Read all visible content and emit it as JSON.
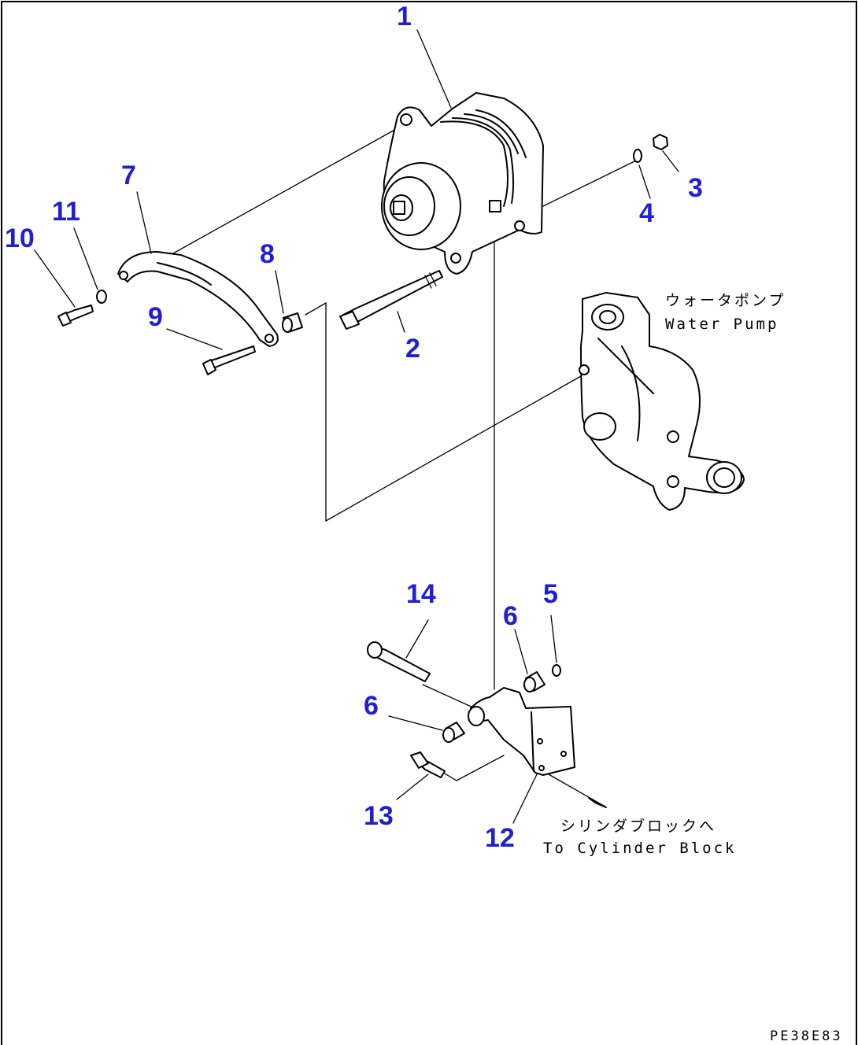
{
  "callouts": [
    {
      "id": "c1",
      "label": "1"
    },
    {
      "id": "c2",
      "label": "2"
    },
    {
      "id": "c3",
      "label": "3"
    },
    {
      "id": "c4",
      "label": "4"
    },
    {
      "id": "c5",
      "label": "5"
    },
    {
      "id": "c6a",
      "label": "6"
    },
    {
      "id": "c6b",
      "label": "6"
    },
    {
      "id": "c7",
      "label": "7"
    },
    {
      "id": "c8",
      "label": "8"
    },
    {
      "id": "c9",
      "label": "9"
    },
    {
      "id": "c10",
      "label": "10"
    },
    {
      "id": "c11",
      "label": "11"
    },
    {
      "id": "c12",
      "label": "12"
    },
    {
      "id": "c13",
      "label": "13"
    },
    {
      "id": "c14",
      "label": "14"
    }
  ],
  "notes": {
    "water_pump_jp": "ウォータポンプ",
    "water_pump_en": "Water Pump",
    "cylinder_block_jp": "シリンダブロックへ",
    "cylinder_block_en": "To Cylinder Block"
  },
  "drawing_code": "PE38E83"
}
